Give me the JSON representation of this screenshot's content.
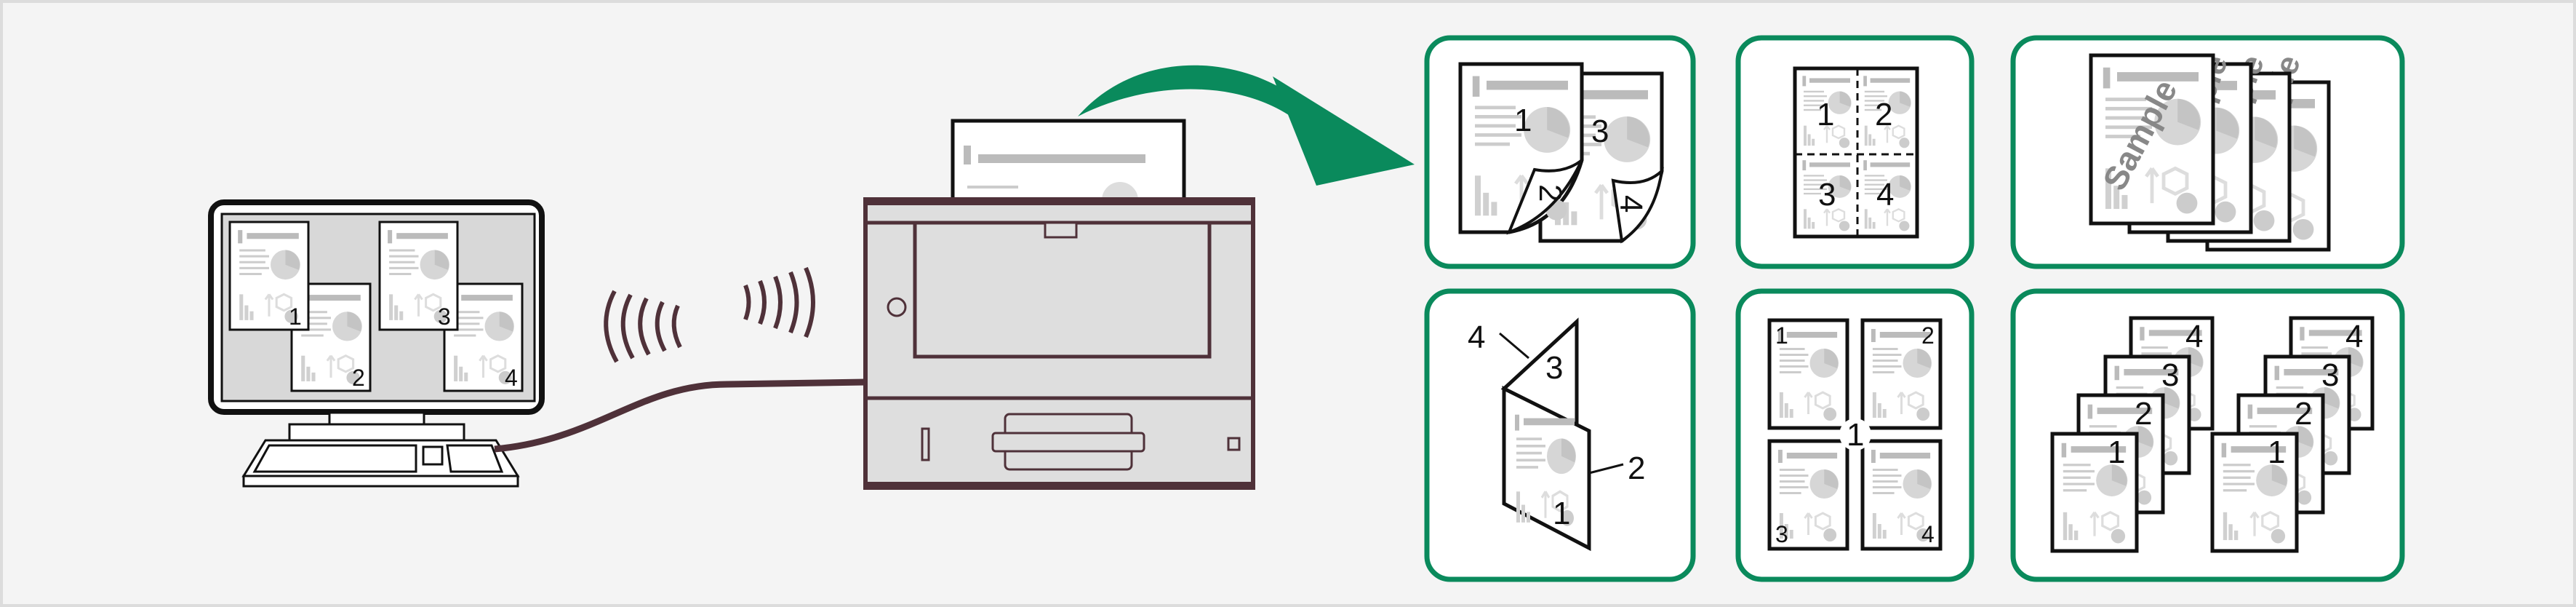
{
  "colors": {
    "accent": "#0a8a5c",
    "printer": "#4f3139",
    "background": "#f4f4f4"
  },
  "monitor": {
    "window_labels": [
      "1",
      "2",
      "3",
      "4"
    ]
  },
  "panels": {
    "duplex": {
      "labels": [
        "1",
        "2",
        "3",
        "4"
      ]
    },
    "combine": {
      "labels": [
        "1",
        "2",
        "3",
        "4"
      ]
    },
    "watermark": {
      "text": "Sample"
    },
    "booklet": {
      "labels": [
        "4",
        "3",
        "2",
        "1"
      ]
    },
    "poster": {
      "center": "1",
      "labels": [
        "1",
        "2",
        "3",
        "4"
      ]
    },
    "collate": {
      "labels": [
        "1",
        "2",
        "3",
        "4"
      ]
    }
  }
}
